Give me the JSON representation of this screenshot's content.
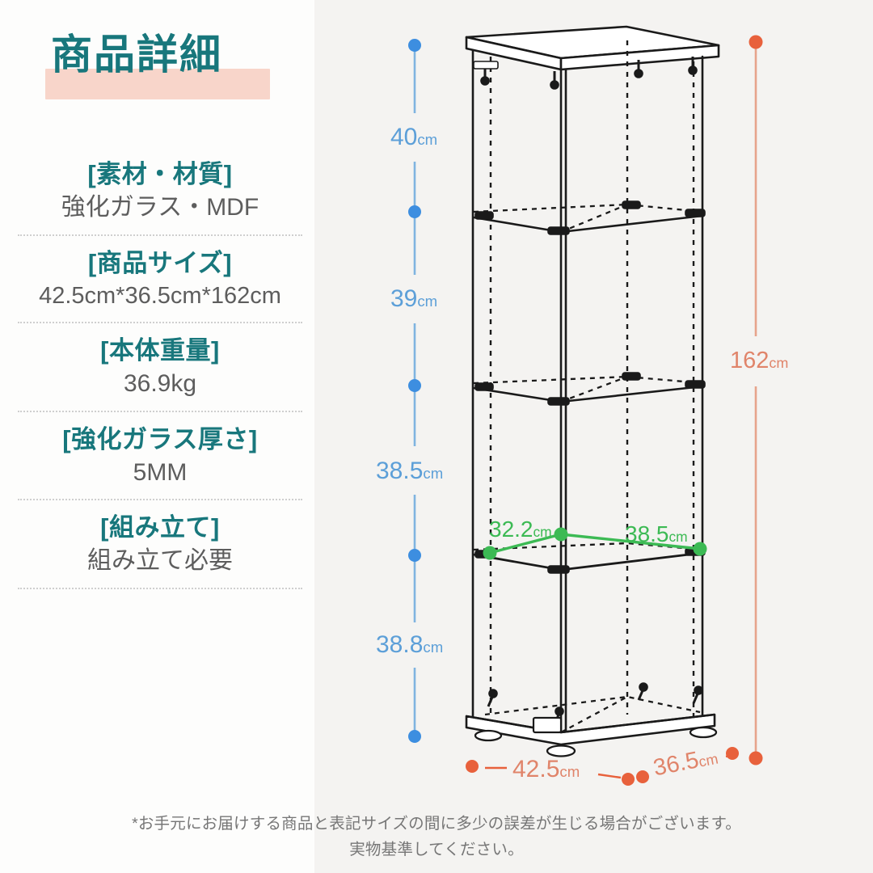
{
  "header": {
    "title": "商品詳細",
    "band_color": "#f8d5ca",
    "title_color": "#18777c"
  },
  "specs": [
    {
      "label": "[素材・材質]",
      "value": "強化ガラス・MDF"
    },
    {
      "label": "[商品サイズ]",
      "value": "42.5cm*36.5cm*162cm"
    },
    {
      "label": "[本体重量]",
      "value": "36.9kg"
    },
    {
      "label": "[強化ガラス厚さ]",
      "value": "5MM"
    },
    {
      "label": "[組み立て]",
      "value": "組み立て必要"
    }
  ],
  "diagram": {
    "shelf_heights": [
      {
        "value": "40",
        "unit": "cm"
      },
      {
        "value": "39",
        "unit": "cm"
      },
      {
        "value": "38.5",
        "unit": "cm"
      },
      {
        "value": "38.8",
        "unit": "cm"
      }
    ],
    "total_height": {
      "value": "162",
      "unit": "cm"
    },
    "base_width": {
      "value": "42.5",
      "unit": "cm"
    },
    "base_depth": {
      "value": "36.5",
      "unit": "cm"
    },
    "shelf_depth": {
      "value": "32.2",
      "unit": "cm"
    },
    "shelf_width": {
      "value": "38.5",
      "unit": "cm"
    },
    "colors": {
      "height_dim": "#5c9fd8",
      "total_dim": "#e0846a",
      "shelf_dim": "#3cba54",
      "outline": "#1a1a1a"
    }
  },
  "footnote": {
    "line1": "*お手元にお届けする商品と表記サイズの間に多少の誤差が生じる場合がございます。",
    "line2": "実物基準してください。"
  }
}
